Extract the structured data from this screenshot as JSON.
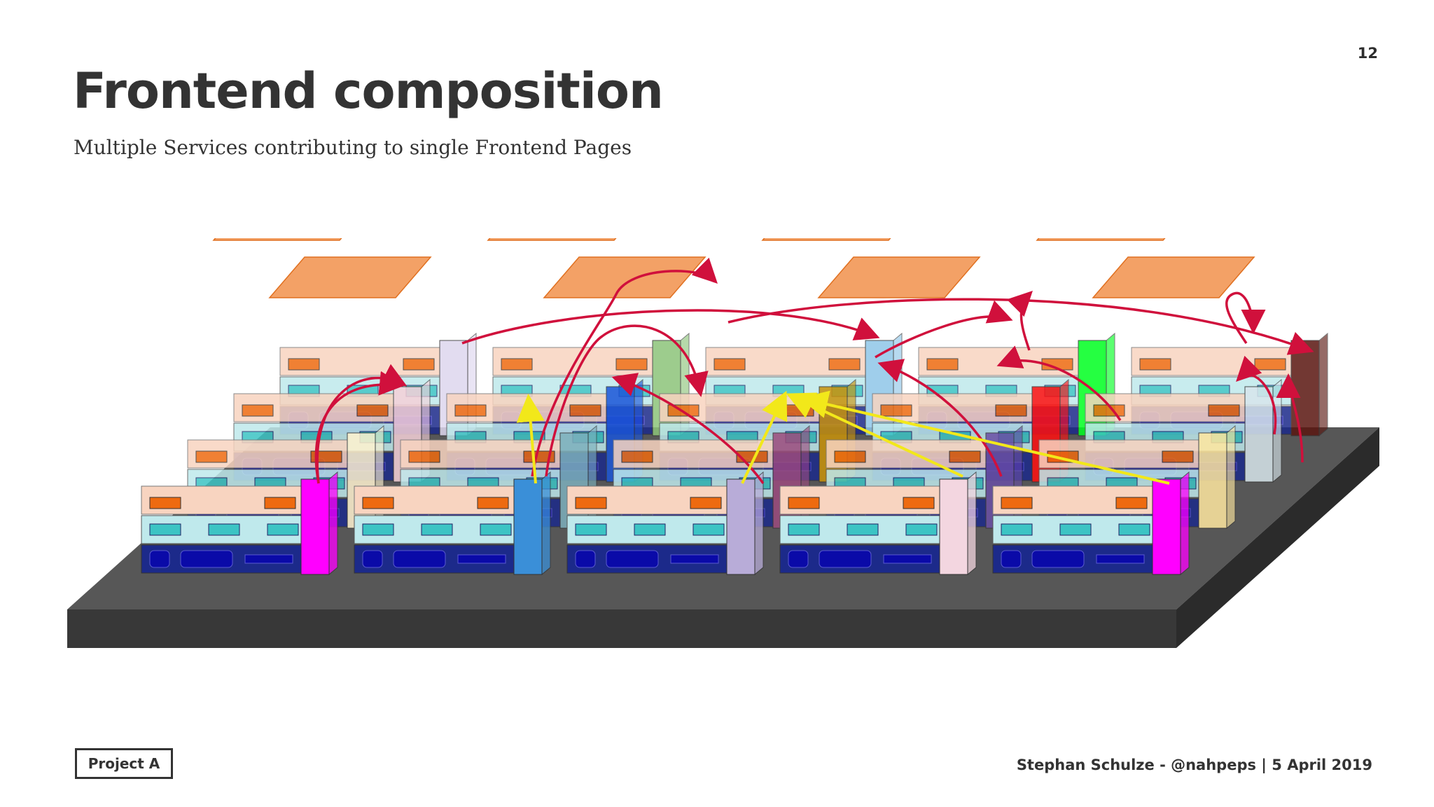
{
  "slide": {
    "page_number": "12",
    "title": "Frontend composition",
    "subtitle": "Multiple Services contributing to single Frontend Pages"
  },
  "footer": {
    "logo_text": "Project A",
    "author_line": "Stephan Schulze - @nahpeps | 5 April 2019"
  },
  "diagram": {
    "colors": {
      "platform_top": "#575757",
      "platform_front": "#383838",
      "page_panel": "#f08c44",
      "service_pillars": [
        "#ff00ff",
        "#3a8fd8",
        "#f3d6e0",
        "#fff3d0",
        "#7db0bd",
        "#9c4b7e",
        "#6a4fa5",
        "#ffe8a0",
        "#b8acd8",
        "#ff1010",
        "#d8e6ec",
        "#5a1610",
        "#00ff20",
        "#f5d0d8",
        "#8fc6e8",
        "#1a55d8",
        "#c8920a",
        "#ddd6ee",
        "#8dc47a"
      ],
      "red_arrow": "#d0103c",
      "yellow_arrow": "#f2e81a"
    }
  }
}
